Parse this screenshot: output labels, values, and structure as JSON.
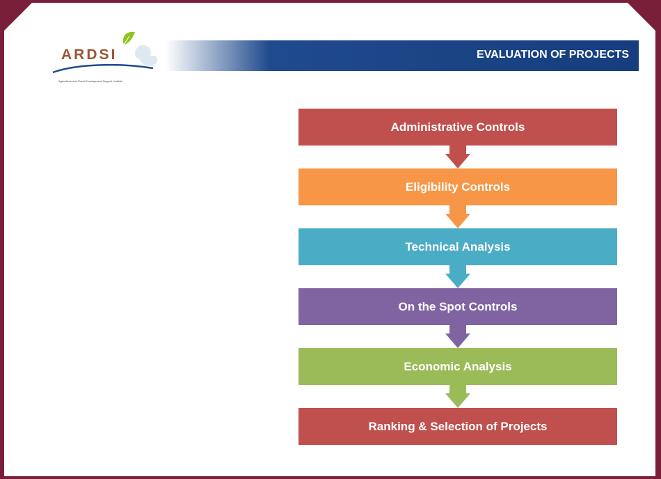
{
  "logo": {
    "name": "ARDSI",
    "tagline": "Agriculture and Rural Development Support Institute"
  },
  "header": {
    "title": "EVALUATION OF PROJECTS"
  },
  "flow": {
    "steps": [
      {
        "label": "Administrative Controls",
        "color": "#c0504d"
      },
      {
        "label": "Eligibility Controls",
        "color": "#f79646"
      },
      {
        "label": "Technical Analysis",
        "color": "#4bacc6"
      },
      {
        "label": "On the Spot Controls",
        "color": "#8064a2"
      },
      {
        "label": "Economic Analysis",
        "color": "#9bbb59"
      },
      {
        "label": "Ranking & Selection of Projects",
        "color": "#c0504d"
      }
    ]
  },
  "colors": {
    "frame": "#7a1f3a",
    "header": "#1f4a8c",
    "logo_text": "#9a5533",
    "leaf": "#8fc31f"
  }
}
